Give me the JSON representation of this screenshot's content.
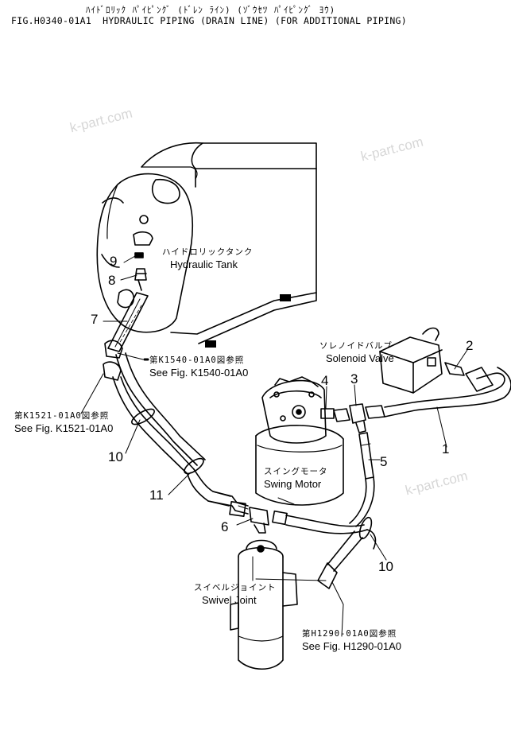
{
  "header": {
    "title_kana": "ﾊｲﾄﾞﾛﾘｯｸ ﾊﾟｲﾋﾟﾝｸﾞ (ﾄﾞﾚﾝ ﾗｲﾝ) (ｿﾞｳｾﾂ ﾊﾟｲﾋﾟﾝｸﾞ ﾖｳ)",
    "fig_number": "FIG.H0340-01A1",
    "title_en": "HYDRAULIC PIPING (DRAIN LINE) (FOR ADDITIONAL PIPING)"
  },
  "watermark": "k-part.com",
  "labels": {
    "hydraulic_tank": {
      "jp": "ハイドロリックタンク",
      "en": "Hydraulic Tank"
    },
    "solenoid_valve": {
      "jp": "ソレノイドバルブ",
      "en": "Solenoid Valve"
    },
    "swing_motor": {
      "jp": "スイングモータ",
      "en": "Swing Motor"
    },
    "swivel_joint": {
      "jp": "スイベルジョイント",
      "en": "Swivel Joint"
    }
  },
  "references": {
    "k1540": {
      "jp": "第K1540-01A0図参照",
      "en": "See Fig. K1540-01A0"
    },
    "k1521": {
      "jp": "第K1521-01A0図参照",
      "en": "See Fig. K1521-01A0"
    },
    "h1290": {
      "jp": "第H1290-01A0図参照",
      "en": "See Fig. H1290-01A0"
    }
  },
  "callouts": {
    "c1": "1",
    "c2": "2",
    "c3": "3",
    "c4": "4",
    "c5": "5",
    "c6": "6",
    "c7": "7",
    "c8": "8",
    "c9": "9",
    "c10a": "10",
    "c10b": "10",
    "c11": "11"
  }
}
